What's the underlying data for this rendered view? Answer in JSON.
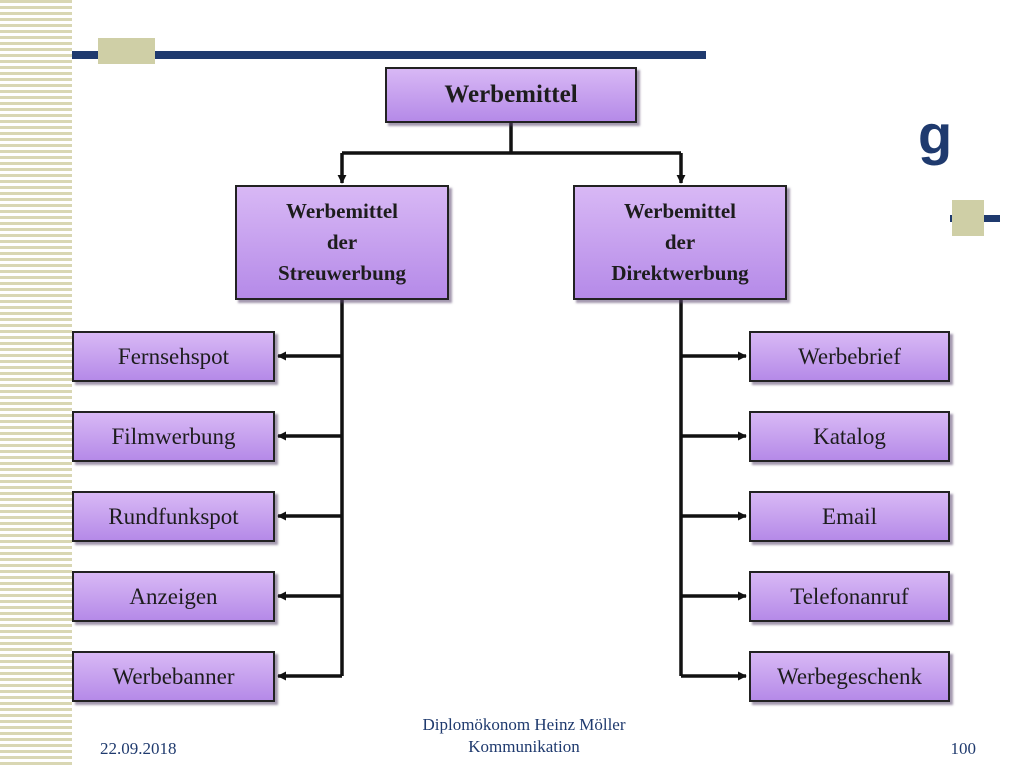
{
  "slide": {
    "title_fragment": "g",
    "footer": {
      "date": "22.09.2018",
      "author": "Diplomökonom Heinz Möller",
      "subject": "Kommunikation",
      "page": "100"
    }
  },
  "diagram": {
    "root": "Werbemittel",
    "branches": [
      {
        "lines": [
          "Werbemittel",
          "der",
          "Streuwerbung"
        ],
        "items": [
          "Fernsehspot",
          "Filmwerbung",
          "Rundfunkspot",
          "Anzeigen",
          "Werbebanner"
        ]
      },
      {
        "lines": [
          "Werbemittel",
          "der",
          "Direktwerbung"
        ],
        "items": [
          "Werbebrief",
          "Katalog",
          "Email",
          "Telefonanruf",
          "Werbegeschenk"
        ]
      }
    ],
    "colors": {
      "box_fill": "#c9a6f0",
      "line": "#111111",
      "accent": "#1f3a6e"
    }
  }
}
